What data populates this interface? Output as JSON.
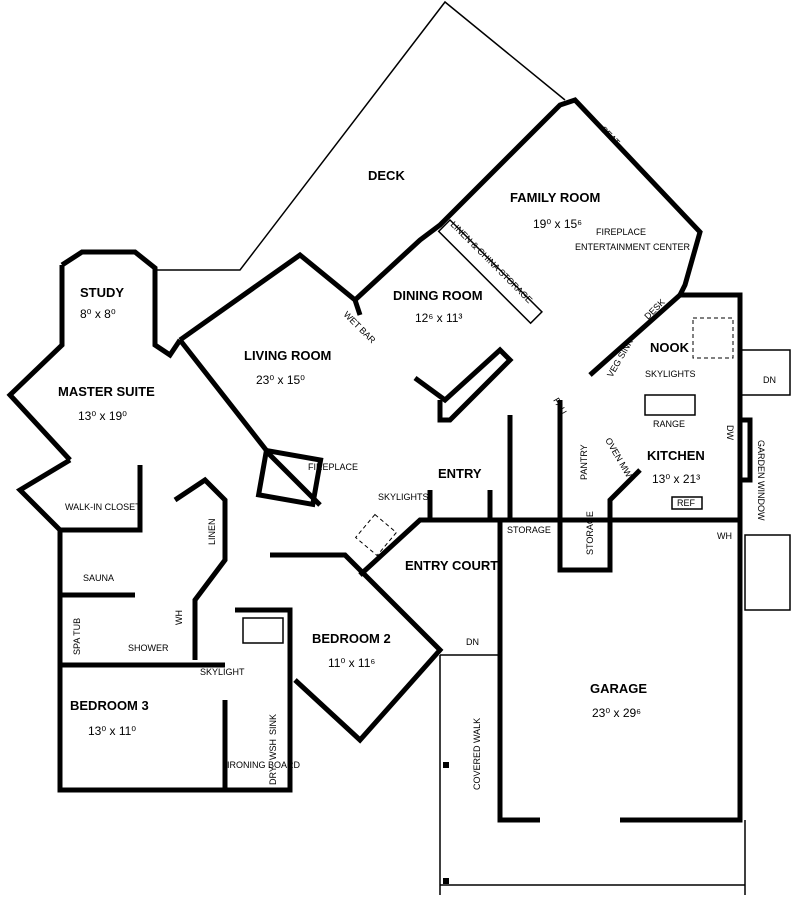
{
  "plan": {
    "deck": "DECK",
    "family_room": {
      "name": "FAMILY ROOM",
      "size": "19⁰ x 15⁶"
    },
    "seat": "SEAT",
    "fireplace_family": "FIREPLACE",
    "entertainment_center": "ENTERTAINMENT CENTER",
    "linen_china_storage": "LINEN & CHINA STORAGE",
    "dining_room": {
      "name": "DINING ROOM",
      "size": "12⁶ x 11³"
    },
    "wet_bar": "WET BAR",
    "study": {
      "name": "STUDY",
      "size": "8⁰ x 8⁰"
    },
    "master_suite": {
      "name": "MASTER SUITE",
      "size": "13⁰ x 19⁰"
    },
    "living_room": {
      "name": "LIVING ROOM",
      "size": "23⁰ x 15⁰"
    },
    "fireplace_living": "FIREPLACE",
    "nook": "NOOK",
    "skylights_nook": "SKYLIGHTS",
    "desk": "DESK",
    "veg_sink": "VEG SINK",
    "range": "RANGE",
    "dn_kitchen": "DN",
    "kitchen": {
      "name": "KITCHEN",
      "size": "13⁰ x 21³"
    },
    "dw": "DW",
    "garden_window": "GARDEN WINDOW",
    "ref": "REF",
    "pantry": "PANTRY",
    "fau": "FAU",
    "oven_mw": "OVEN MW",
    "entry": "ENTRY",
    "skylights_entry": "SKYLIGHTS",
    "storage_1": "STORAGE",
    "storage_2": "STORAGE",
    "entry_court": "ENTRY COURT",
    "wh_garage": "WH",
    "walk_in_closet": "WALK-IN CLOSET",
    "sauna": "SAUNA",
    "linen": "LINEN",
    "spa_tub": "SPA TUB",
    "shower": "SHOWER",
    "wh_bath": "WH",
    "bedroom_2": {
      "name": "BEDROOM 2",
      "size": "11⁰ x 11⁶"
    },
    "skylight_bath": "SKYLIGHT",
    "bedroom_3": {
      "name": "BEDROOM 3",
      "size": "13⁰ x 11⁰"
    },
    "sink": "SINK",
    "wsh": "WSH",
    "dry": "DRY",
    "ironing_board": "IRONING BOARD",
    "dn_walk": "DN",
    "covered_walk": "COVERED WALK",
    "garage": {
      "name": "GARAGE",
      "size": "23⁰ x 29⁶"
    }
  }
}
